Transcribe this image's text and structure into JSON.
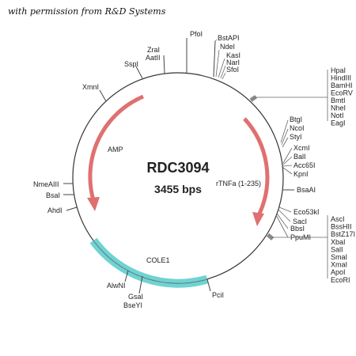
{
  "caption": "with permission from R&D Systems",
  "plasmid": {
    "name": "RDC3094",
    "size": "3455 bps"
  },
  "features": {
    "amp": "AMP",
    "rtnfa": "rTNFa (1-235)",
    "cole1": "COLE1"
  },
  "colors": {
    "arrow": "#e07070",
    "ori": "#6fd3d3",
    "backbone": "#333333"
  },
  "sites": {
    "pfol": "PfoI",
    "bstapi": "BstAPI",
    "ndei": "NdeI",
    "kasi": "KasI",
    "nari": "NarI",
    "sfoi": "SfoI",
    "zrai": "ZraI",
    "aatii": "AatII",
    "sspi": "SspI",
    "xmni": "XmnI",
    "nmeaiii": "NmeAIII",
    "bsai": "BsaI",
    "ahdi": "AhdI",
    "alwni": "AlwNI",
    "gsai": "GsaI",
    "bseyi": "BseYI",
    "pcii": "PciI",
    "btgi": "BtgI",
    "ncoi": "NcoI",
    "styi": "StyI",
    "xcmi": "XcmI",
    "bali": "BalI",
    "acc65i": "Acc65I",
    "kpni": "KpnI",
    "bsaai": "BsaAI",
    "eco53ki": "Eco53kI",
    "saci": "SacI",
    "bbsi": "BbsI",
    "ppumi": "PpuMI"
  },
  "mcs_top": [
    "HpaI",
    "HindIII",
    "BamHI",
    "EcoRV",
    "BmtI",
    "NheI",
    "NotI",
    "EagI"
  ],
  "mcs_bottom": [
    "AscI",
    "BssHII",
    "BstZ17I",
    "XbaI",
    "SalI",
    "SmaI",
    "XmaI",
    "ApoI",
    "EcoRI"
  ]
}
